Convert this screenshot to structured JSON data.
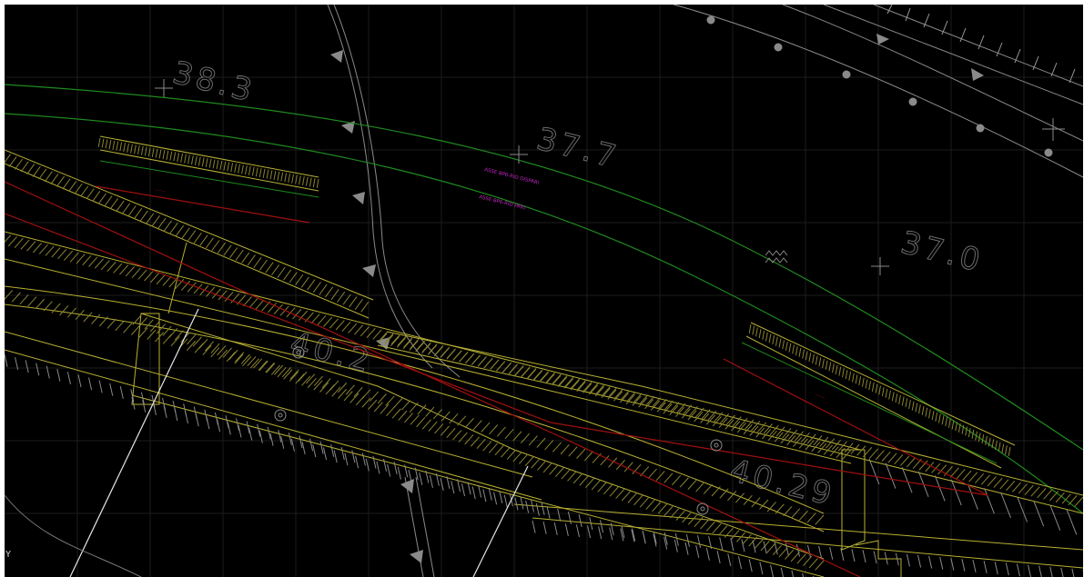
{
  "viewport": {
    "background": "#000000",
    "ucs_axis_label": "Y"
  },
  "elevations": [
    "38.3",
    "37.7",
    "37.0",
    "40.2",
    "40.29"
  ],
  "alignment_labels": {
    "line_1": "ASSE BP6-RIO DISPARI",
    "line_2": "ASSE BP6-RIO PARI"
  },
  "colors": {
    "grid": "#1f1f1f",
    "green_line": "#1f8a1f",
    "yellow_line": "#b8b032",
    "red_line": "#a01010",
    "white_line": "#e6e6e6",
    "gray_line": "#7a7a7a",
    "magenta_text": "#c026c0"
  },
  "symbols": [
    "cross-marker",
    "dot-marker",
    "triangle-marker",
    "marsh-symbol",
    "circle-marker"
  ]
}
